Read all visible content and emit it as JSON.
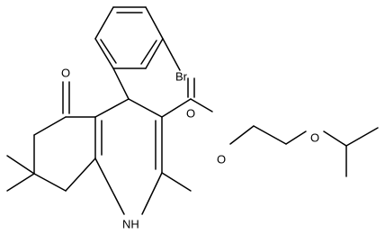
{
  "molecule": {
    "atom_labels": {
      "bromine": "Br",
      "ketone_oxygen": "O",
      "carbonyl_oxygen": "O",
      "ester_oxygen": "O",
      "ether_oxygen": "O",
      "amine": "NH"
    }
  }
}
